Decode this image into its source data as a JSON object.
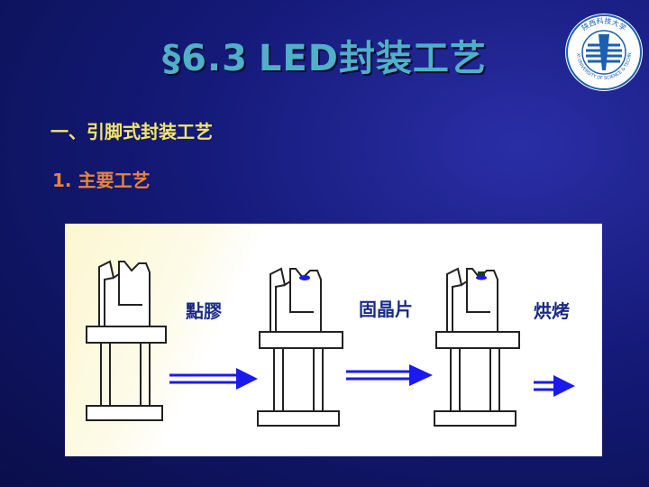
{
  "slide": {
    "title_section": "§6.3",
    "title_text": "LED封装工艺",
    "heading": "一、引脚式封装工艺",
    "subheading": "1. 主要工艺"
  },
  "logo": {
    "university_text": "SHAANXI UNIVERSITY OF SCIENCE & TECHNOLOGY",
    "chinese_text": "陕西科技大学"
  },
  "process": {
    "steps": [
      {
        "label": "點膠"
      },
      {
        "label": "固晶片"
      },
      {
        "label": "烘烤"
      }
    ]
  },
  "colors": {
    "title": "#4fb0c8",
    "heading": "#f2e66a",
    "subheading": "#e8843a",
    "arrow": "#1a1aee",
    "glue": "#1a1aee",
    "step_label": "#1a2a88"
  }
}
